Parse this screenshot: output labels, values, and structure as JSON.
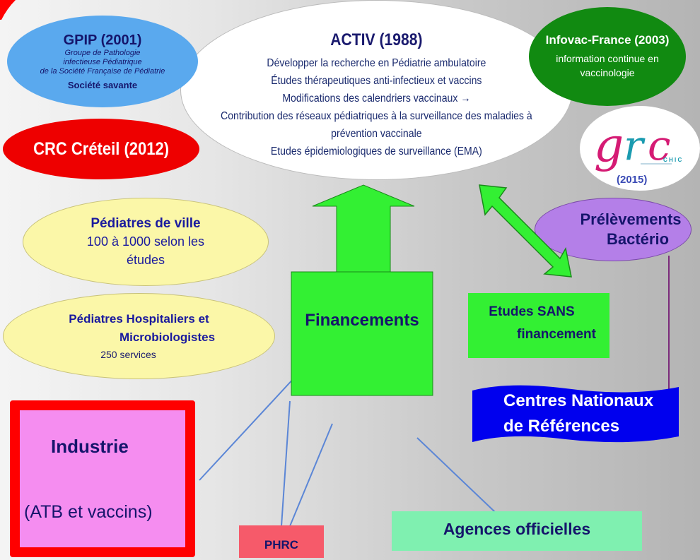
{
  "activ": {
    "title": "ACTIV (1988)",
    "lines": [
      "Développer la recherche en Pédiatrie ambulatoire",
      "Études thérapeutiques anti-infectieux et vaccins",
      "Modifications des calendriers vaccinaux →",
      "Contribution des réseaux pédiatriques à la surveillance des maladies à",
      "prévention vaccinale",
      "Etudes épidemiologiques de surveillance (EMA)"
    ]
  },
  "gpip": {
    "title": "GPIP (2001)",
    "sub": [
      "Groupe de Pathologie",
      "infectieuse Pédiatrique",
      "de la Société Française de Pédiatrie"
    ],
    "tag": "Société savante"
  },
  "infovac": {
    "title": "Infovac-France (2003)",
    "lines": [
      "information continue en",
      "vaccinologie"
    ]
  },
  "grc": {
    "logo_text": "grc",
    "small": "C H I C",
    "year": "(2015)"
  },
  "crc": {
    "label": "CRC Créteil (2012)"
  },
  "ped_ville": {
    "title": "Pédiatres de ville",
    "lines": [
      "100 à 1000 selon les",
      "études"
    ]
  },
  "ped_hosp": {
    "title_lines": [
      "Pédiatres Hospitaliers et",
      "Microbiologistes"
    ],
    "sub": "250 services"
  },
  "prelevements": {
    "lines": [
      "Prélèvements",
      "Bactério"
    ]
  },
  "financements": {
    "label": "Financements"
  },
  "etudes_sans": {
    "lines": [
      "Etudes SANS",
      "financement"
    ]
  },
  "cnr": {
    "lines": [
      "Centres Nationaux",
      "de Références"
    ]
  },
  "industrie": {
    "title": "Industrie",
    "sub": "(ATB et vaccins)"
  },
  "phrc": {
    "label": "PHRC"
  },
  "agences": {
    "label": "Agences officielles"
  },
  "colors": {
    "gpip": "#5aa9ee",
    "infovac": "#118a11",
    "crc": "#ee0000",
    "yellow": "#fbf7a8",
    "purple": "#b47fe8",
    "green": "#33f033",
    "cnr": "#0000ee",
    "industrie": "#f58df0",
    "industrie_border": "#ff0000",
    "phrc": "#f65a6a",
    "agences": "#7ff0b0"
  }
}
